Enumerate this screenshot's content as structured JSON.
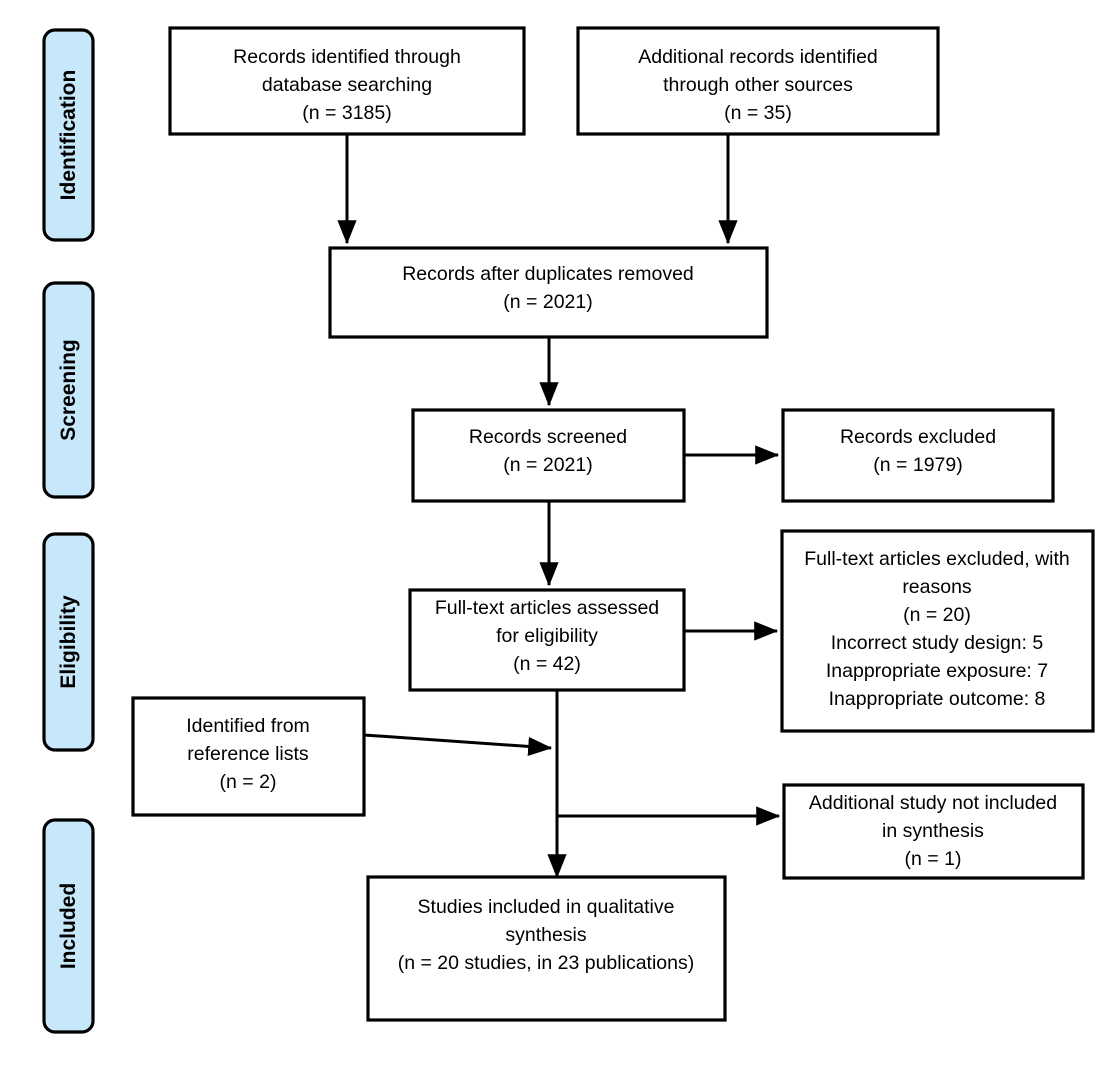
{
  "diagram": {
    "title": "PRISMA flow diagram",
    "type": "flowchart",
    "colors": {
      "stage_band_fill": "#c7e8fa",
      "stage_band_stroke": "#000000",
      "box_fill": "#ffffff",
      "box_stroke": "#000000",
      "connector": "#000000",
      "text": "#000000"
    }
  },
  "stages": [
    {
      "id": "identification",
      "label": "Identification"
    },
    {
      "id": "screening",
      "label": "Screening"
    },
    {
      "id": "eligibility",
      "label": "Eligibility"
    },
    {
      "id": "included",
      "label": "Included"
    }
  ],
  "nodes": {
    "database_search": {
      "lines": [
        "Records identified through",
        "database searching",
        "(n = 3185)"
      ]
    },
    "other_sources": {
      "lines": [
        "Additional records identified",
        "through other sources",
        "(n = 35)"
      ]
    },
    "duplicates_removed": {
      "lines": [
        "Records after duplicates removed",
        "(n = 2021)"
      ]
    },
    "records_screened": {
      "lines": [
        "Records screened",
        "(n = 2021)"
      ]
    },
    "records_excluded": {
      "lines": [
        "Records excluded",
        "(n = 1979)"
      ]
    },
    "fulltext_assessed": {
      "lines": [
        "Full-text articles assessed",
        "for eligibility",
        "(n = 42)"
      ]
    },
    "fulltext_excluded": {
      "lines": [
        "Full-text articles excluded, with",
        "reasons",
        "(n = 20)",
        "Incorrect study design: 5",
        "Inappropriate exposure: 7",
        "Inappropriate outcome: 8"
      ]
    },
    "reference_lists": {
      "lines": [
        "Identified from",
        "reference lists",
        "(n = 2)"
      ]
    },
    "additional_not_included": {
      "lines": [
        "Additional study not included",
        "in synthesis",
        "(n = 1)"
      ]
    },
    "qualitative_synthesis": {
      "lines": [
        "Studies included in qualitative",
        "synthesis",
        "(n = 20 studies, in 23 publications)"
      ]
    }
  },
  "chart_data": {
    "type": "flowchart",
    "title": "PRISMA flow diagram",
    "stages": [
      "Identification",
      "Screening",
      "Eligibility",
      "Included"
    ],
    "counts": {
      "records_identified_database_searching": 3185,
      "additional_records_other_sources": 35,
      "records_after_duplicates_removed": 2021,
      "records_screened": 2021,
      "records_excluded": 1979,
      "full_text_articles_assessed": 42,
      "full_text_articles_excluded": 20,
      "excluded_incorrect_study_design": 5,
      "excluded_inappropriate_exposure": 7,
      "excluded_inappropriate_outcome": 8,
      "identified_from_reference_lists": 2,
      "additional_study_not_included": 1,
      "studies_included_qualitative_synthesis": 20,
      "publications_included": 23
    }
  }
}
